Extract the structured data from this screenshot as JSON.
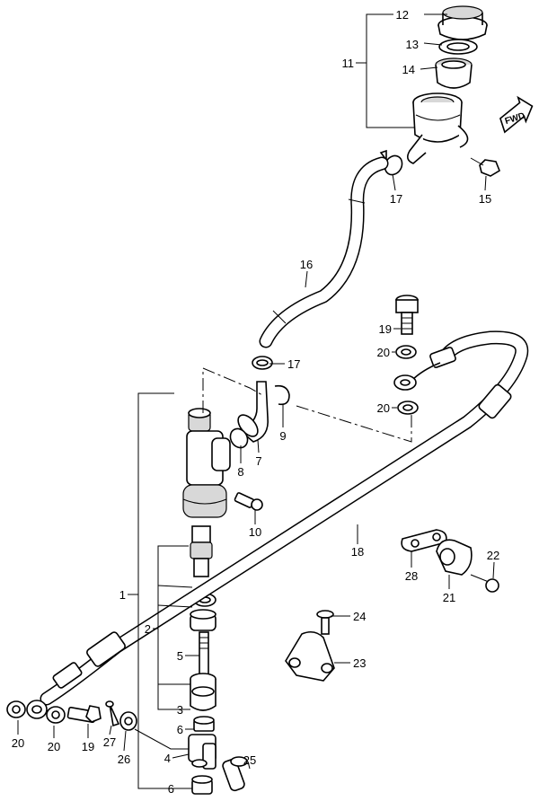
{
  "callouts": {
    "c1": "1",
    "c2": "2",
    "c3": "3",
    "c4": "4",
    "c5": "5",
    "c6a": "6",
    "c6b": "6",
    "c7": "7",
    "c8": "8",
    "c9": "9",
    "c10": "10",
    "c11": "11",
    "c12": "12",
    "c13": "13",
    "c14": "14",
    "c15": "15",
    "c16": "16",
    "c17a": "17",
    "c17b": "17",
    "c18": "18",
    "c19a": "19",
    "c19b": "19",
    "c20a": "20",
    "c20b": "20",
    "c20c": "20",
    "c20d": "20",
    "c21": "21",
    "c22": "22",
    "c23": "23",
    "c24": "24",
    "c25": "25",
    "c26": "26",
    "c27": "27",
    "c28": "28"
  },
  "fwd_label": "FWD",
  "icons": {
    "fwd": "fwd-arrow-icon"
  }
}
